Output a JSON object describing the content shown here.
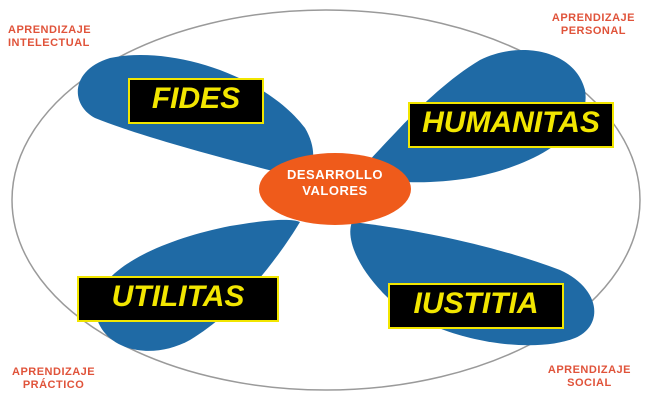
{
  "corners": {
    "top_left": [
      "APRENDIZAJE",
      "INTELECTUAL"
    ],
    "top_right": [
      "APRENDIZAJE",
      "PERSONAL"
    ],
    "bottom_left": [
      "APRENDIZAJE",
      "PRÁCTICO"
    ],
    "bottom_right": [
      "APRENDIZAJE",
      "SOCIAL"
    ]
  },
  "center": {
    "line1": "DESARROLLO",
    "line2": "VALORES"
  },
  "petals": {
    "top_left": "FIDES",
    "top_right": "HUMANITAS",
    "bottom_left": "UTILITAS",
    "bottom_right": "IUSTITIA"
  },
  "colors": {
    "petal": "#1f6aa5",
    "center": "#ef5b1b",
    "label_bg": "#000000",
    "label_text": "#f2e600",
    "corner_text": "#e0533a",
    "ellipse": "#9a9a9a"
  }
}
